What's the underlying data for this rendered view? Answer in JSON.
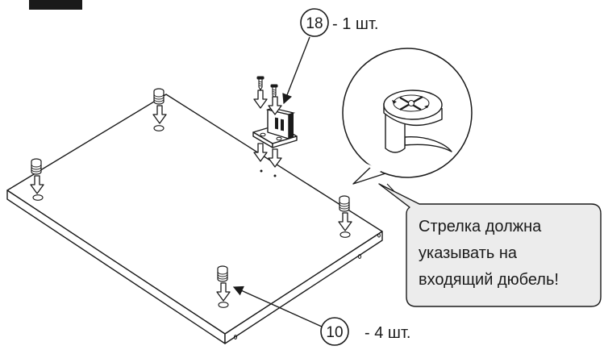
{
  "header": {
    "box_text": "",
    "partial_text": ""
  },
  "parts": [
    {
      "number": "18",
      "quantity": "- 1 шт."
    },
    {
      "number": "10",
      "quantity": "- 4 шт."
    }
  ],
  "callout": {
    "lines": [
      "Стрелка должна",
      "указывать на",
      "входящий дюбель!"
    ]
  },
  "colors": {
    "ink": "#1a1a1a",
    "callout_fill": "#ececec",
    "panel_fill": "#ffffff"
  },
  "icons": [
    "down-arrow-icon",
    "cam-lock-icon",
    "dowel-icon",
    "screw-icon",
    "corner-bracket-icon"
  ]
}
